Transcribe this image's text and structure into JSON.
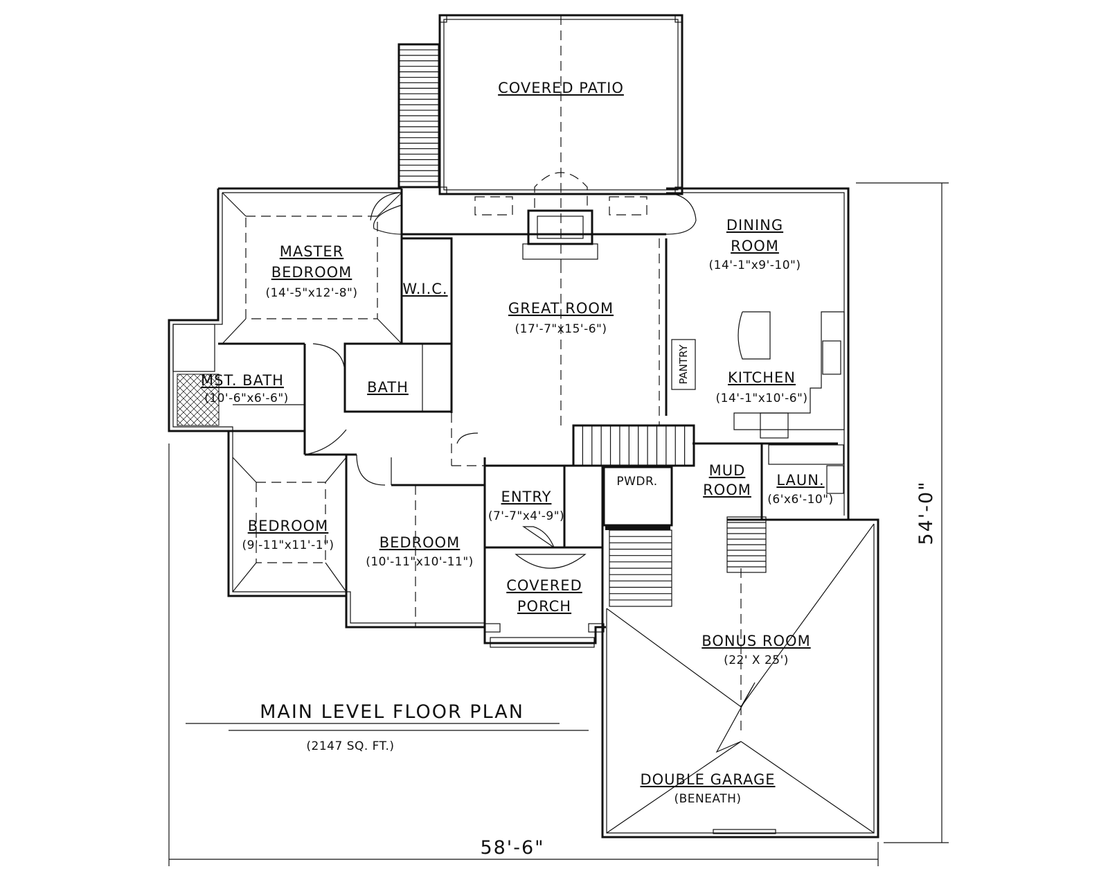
{
  "plan": {
    "title": "MAIN LEVEL FLOOR PLAN",
    "area": "(2147 SQ. FT.)",
    "width_dim": "58'-6\"",
    "depth_dim": "54'-0\""
  },
  "rooms": {
    "covered_patio": {
      "label": "COVERED PATIO"
    },
    "master_bedroom": {
      "label1": "MASTER",
      "label2": "BEDROOM",
      "dim": "(14'-5\"x12'-8\")"
    },
    "wic": {
      "label": "W.I.C."
    },
    "great_room": {
      "label": "GREAT ROOM",
      "dim": "(17'-7\"x15'-6\")"
    },
    "dining_room": {
      "label1": "DINING",
      "label2": "ROOM",
      "dim": "(14'-1\"x9'-10\")"
    },
    "pantry": {
      "label": "PANTRY"
    },
    "kitchen": {
      "label": "KITCHEN",
      "dim": "(14'-1\"x10'-6\")"
    },
    "mst_bath": {
      "label": "MST. BATH",
      "dim": "(10'-6\"x6'-6\")"
    },
    "bath": {
      "label": "BATH"
    },
    "bedroom_left": {
      "label": "BEDROOM",
      "dim": "(9'-11\"x11'-1\")"
    },
    "bedroom_mid": {
      "label": "BEDROOM",
      "dim": "(10'-11\"x10'-11\")"
    },
    "entry": {
      "label": "ENTRY",
      "dim": "(7'-7\"x4'-9\")"
    },
    "pwdr": {
      "label": "PWDR."
    },
    "mud_room": {
      "label1": "MUD",
      "label2": "ROOM"
    },
    "laun": {
      "label": "LAUN.",
      "dim": "(6'x6'-10\")"
    },
    "covered_porch": {
      "label1": "COVERED",
      "label2": "PORCH"
    },
    "bonus_room": {
      "label": "BONUS ROOM",
      "dim": "(22' X 25')"
    },
    "double_garage": {
      "label": "DOUBLE GARAGE",
      "note": "(BENEATH)"
    }
  }
}
